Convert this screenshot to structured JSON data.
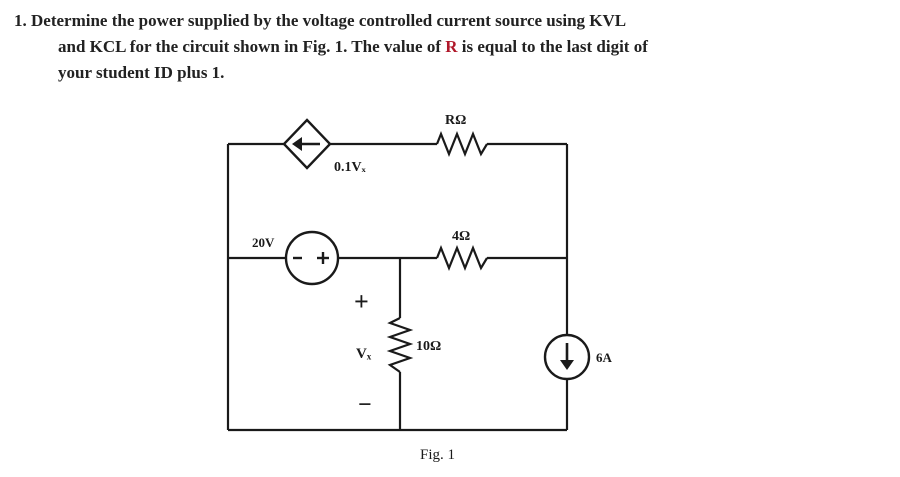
{
  "problem": {
    "number": "1.",
    "line1": "Determine the power supplied by the voltage controlled current source using KVL",
    "line2_pre": "and KCL for the circuit shown in Fig. 1. The value of ",
    "line2_r": "R",
    "line2_post": " is equal to the last digit of",
    "line3": "your student ID plus 1."
  },
  "circuit": {
    "r_label": "RΩ",
    "r4_label": "4Ω",
    "r10_label": "10Ω",
    "vccs_label": "0.1Vₓ",
    "vsource_label": "20V",
    "isource_label": "6A",
    "vx_plus": "+",
    "vx_label": "Vₓ",
    "vx_minus": "−",
    "figure_caption": "Fig. 1"
  },
  "colors": {
    "highlight": "#b0182a",
    "ink": "#1a1a1a"
  }
}
